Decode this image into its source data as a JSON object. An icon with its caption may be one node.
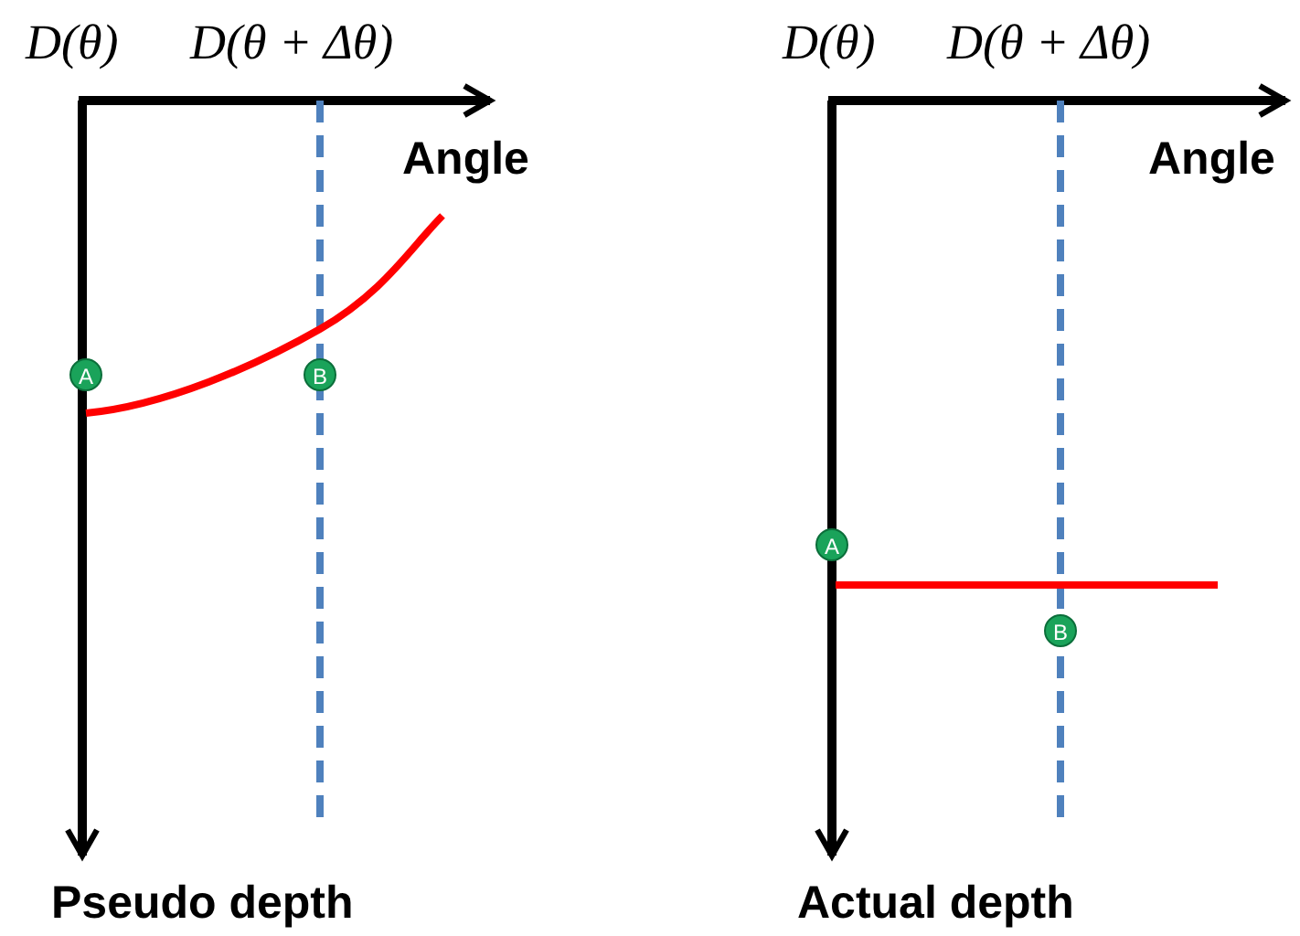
{
  "diagram": {
    "nodes": [
      {
        "text": [
          "A"
        ]
      },
      {
        "text": [
          "B"
        ]
      },
      {
        "text": [
          "A"
        ]
      },
      {
        "text": [
          "B"
        ]
      }
    ],
    "labels": [
      "D(θ)",
      "D(θ + Δθ)",
      "D(θ)",
      "D(θ + Δθ)",
      "Angle",
      "Angle",
      "Pseudo depth",
      "Actual depth"
    ]
  }
}
